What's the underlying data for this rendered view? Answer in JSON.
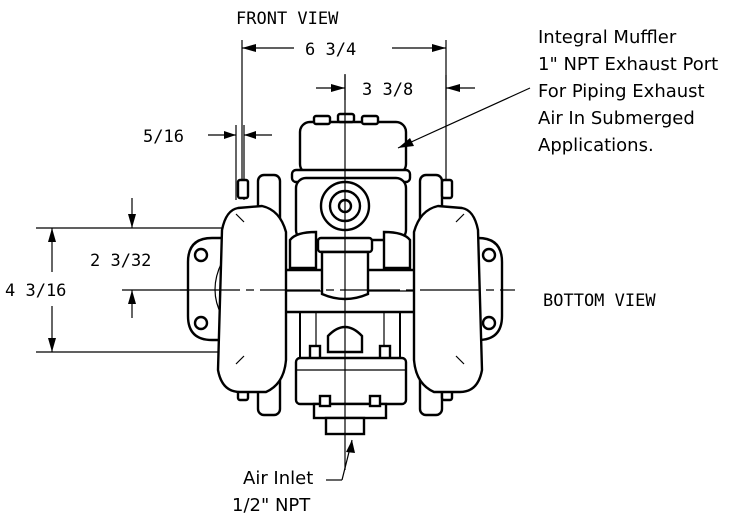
{
  "labels": {
    "front_view": "FRONT VIEW",
    "bottom_view": "BOTTOM VIEW",
    "dim_width": "6 3/4",
    "dim_half_width": "3 3/8",
    "dim_flange": "5/16",
    "dim_height": "4 3/16",
    "dim_half_height": "2 3/32"
  },
  "callouts": {
    "muffler": [
      "Integral Muffler",
      "1\" NPT Exhaust Port",
      "For Piping Exhaust",
      "Air In Submerged",
      "Applications."
    ],
    "air_inlet": [
      "Air Inlet",
      "1/2\" NPT"
    ]
  },
  "colors": {
    "line": "#000000",
    "background": "#ffffff"
  }
}
